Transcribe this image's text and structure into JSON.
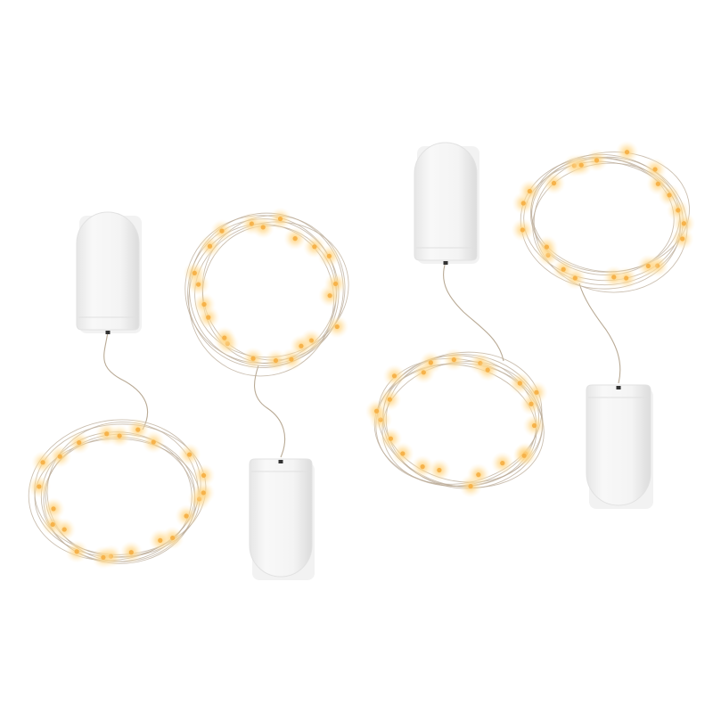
{
  "image": {
    "subject": "four-sets-of-battery-powered-fairy-string-lights",
    "background_color": "#ffffff",
    "colors": {
      "battery_case": "#f4f4f4",
      "battery_shadow": "#d9d9d9",
      "wire": "#b9aa95",
      "led_core": "#f6b24a",
      "led_glow": "#ffd27a"
    },
    "light_sets": [
      {
        "name": "set-1",
        "coil_count": 1,
        "battery_case_count": 1
      },
      {
        "name": "set-2",
        "coil_count": 1,
        "battery_case_count": 1
      },
      {
        "name": "set-3",
        "coil_count": 1,
        "battery_case_count": 1
      },
      {
        "name": "set-4",
        "coil_count": 1,
        "battery_case_count": 1
      }
    ]
  }
}
